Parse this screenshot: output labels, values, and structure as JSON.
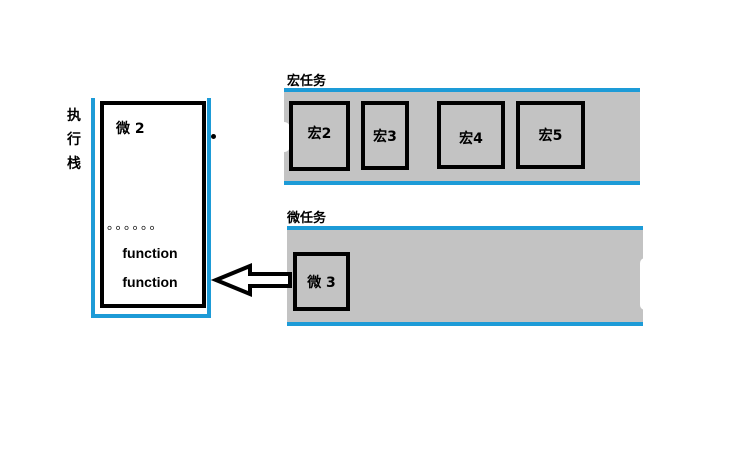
{
  "execution_stack": {
    "label": "执\n行\n栈",
    "label_chars": [
      "执",
      "行",
      "栈"
    ],
    "items": {
      "top": "微 2",
      "ellipsis": "。。。。。。",
      "function_1": "function",
      "function_2": "function"
    }
  },
  "macro_queue": {
    "title": "宏任务",
    "tasks": [
      "宏2",
      "宏3",
      "宏4",
      "宏5"
    ]
  },
  "micro_queue": {
    "title": "微任务",
    "tasks": [
      "微 3"
    ]
  },
  "colors": {
    "queue_border": "#1d9bd7",
    "queue_fill": "#c3c3c3",
    "box_border": "#000000"
  }
}
